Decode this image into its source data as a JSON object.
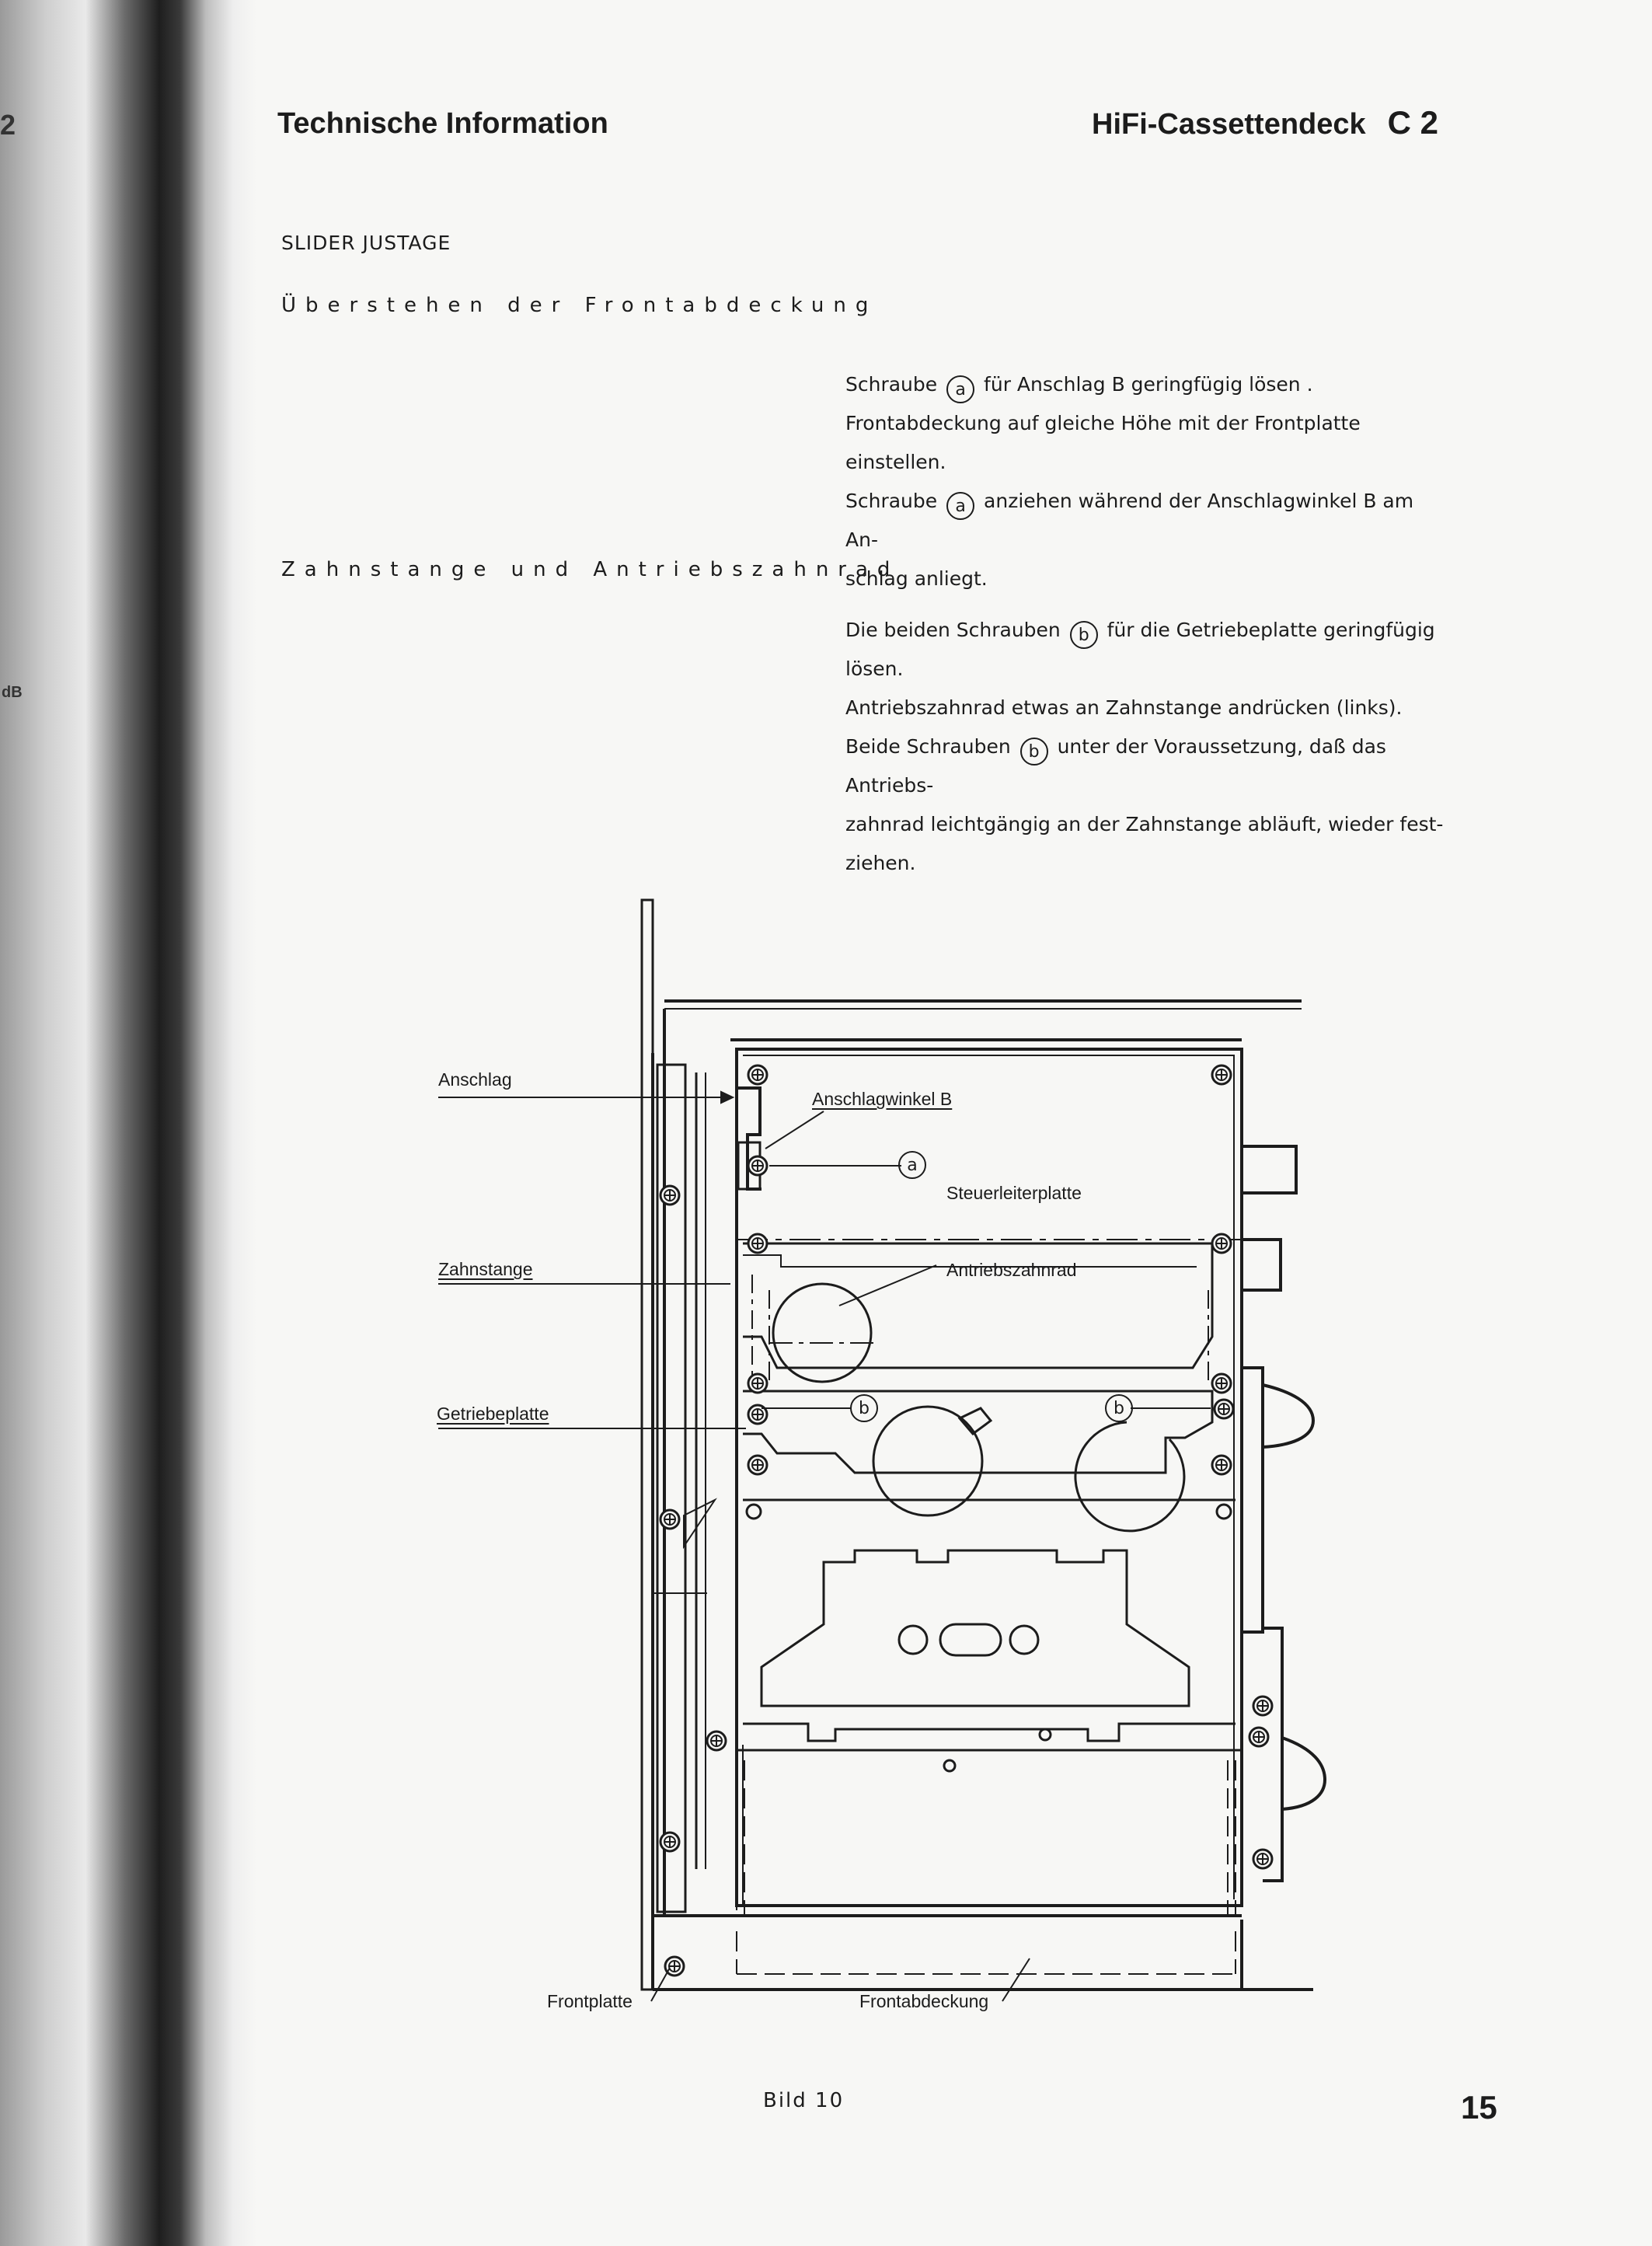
{
  "header": {
    "left_title": "Technische Information",
    "right_title": "HiFi-Cassettendeck",
    "right_code": "C 2"
  },
  "spine_marks": [
    "2",
    "dB"
  ],
  "section_title": "SLIDER JUSTAGE",
  "subsections": [
    {
      "title": "Überstehen der Frontabdeckung",
      "lines": [
        {
          "before": "Schraube",
          "circle": "a",
          "after": "für Anschlag  B  geringfügig lösen ."
        },
        {
          "before": "Frontabdeckung auf gleiche Höhe mit der Frontplatte einstellen."
        },
        {
          "before": "Schraube",
          "circle": "a",
          "after": "anziehen während der Anschlagwinkel  B  am An-"
        },
        {
          "before": "schlag anliegt."
        }
      ]
    },
    {
      "title": "Zahnstange und Antriebszahnrad",
      "lines": [
        {
          "before": "Die beiden Schrauben",
          "circle": "b",
          "after": "für die Getriebeplatte geringfügig"
        },
        {
          "before": "lösen."
        },
        {
          "before": "Antriebszahnrad etwas an Zahnstange andrücken (links)."
        },
        {
          "before": "Beide Schrauben",
          "circle": "b",
          "after": "unter der Voraussetzung, daß das Antriebs-"
        },
        {
          "before": "zahnrad leichtgängig an der Zahnstange abläuft, wieder fest-"
        },
        {
          "before": "ziehen."
        }
      ]
    }
  ],
  "figure": {
    "labels": {
      "anschlag": "Anschlag",
      "zahnstange": "Zahnstange",
      "getriebeplatte": "Getriebeplatte",
      "anschlagwinkel": "Anschlagwinkel B",
      "steuerleiterplatte": "Steuerleiterplatte",
      "antriebszahnrad": "Antriebszahnrad",
      "frontplatte": "Frontplatte",
      "frontabdeckung": "Frontabdeckung"
    },
    "callouts": {
      "a": "a",
      "b": "b"
    },
    "caption": "Bild 10"
  },
  "page_number": "15"
}
